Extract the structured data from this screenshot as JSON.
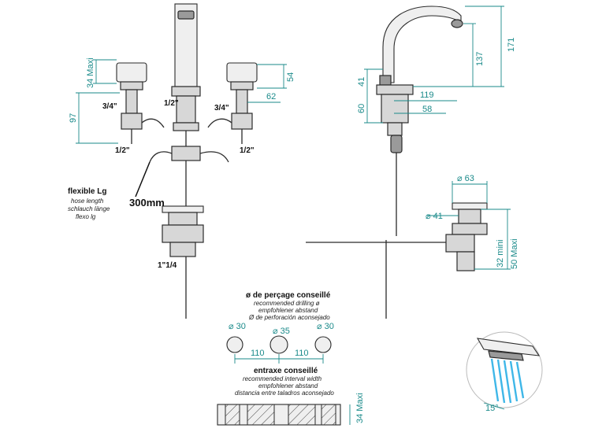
{
  "dims": {
    "d34_maxi": "34 Maxi",
    "d97": "97",
    "d54": "54",
    "d62": "62",
    "thread_34_left": "3/4\"",
    "thread_34_right": "3/4\"",
    "thread_12_center": "1/2\"",
    "thread_12_left": "1/2\"",
    "thread_12_right": "1/2\"",
    "d41": "41",
    "d60": "60",
    "d119": "119",
    "d58": "58",
    "d137": "137",
    "d171": "171",
    "d63": "⌀ 63",
    "d41b": "⌀ 41",
    "d32_mini": "32 mini",
    "d50_maxi": "50 Maxi",
    "waste_thread": "1\"1/4",
    "hole30a": "⌀ 30",
    "hole35": "⌀ 35",
    "hole30b": "⌀ 30",
    "spacing_a": "110",
    "spacing_b": "110",
    "d34_maxi_b": "34 Maxi",
    "angle": "15°"
  },
  "hose": {
    "title": "flexible Lg",
    "line1": "hose length",
    "line2": "schlauch länge",
    "line3": "flexo lg",
    "length": "300mm"
  },
  "drilling": {
    "title": "ø de perçage conseillé",
    "line1": "recommended drilling ø",
    "line2": "empfohlener abstand",
    "line3": "Ø de perforación aconsejado"
  },
  "interval": {
    "title": "entraxe conseillé",
    "line1": "recommended interval width",
    "line2": "empfohlener abstand",
    "line3": "distancia entre taladros aconsejado"
  }
}
